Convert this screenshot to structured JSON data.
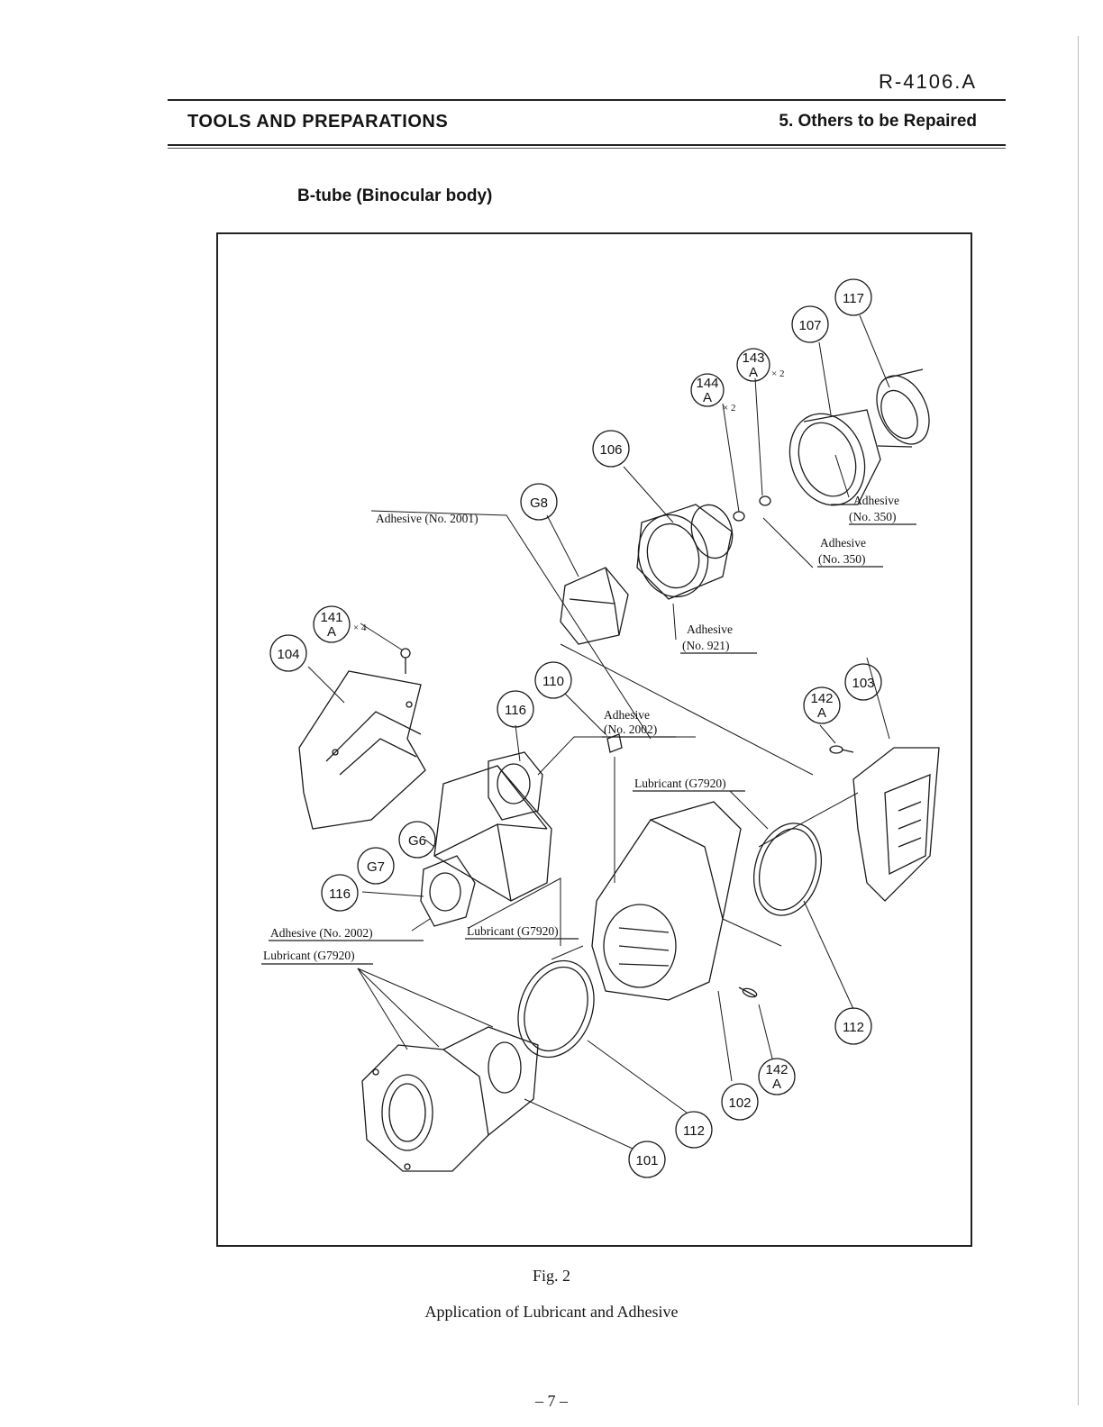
{
  "header": {
    "doc_code": "R-4106.A",
    "section_title": "TOOLS AND PREPARATIONS",
    "section_right": "5. Others to be Repaired"
  },
  "subtitle": "B-tube (Binocular body)",
  "figure": {
    "callouts": {
      "c117": "117",
      "c107": "107",
      "c143": "143",
      "c143_sub": "A",
      "c143_mult": "× 2",
      "c144": "144",
      "c144_sub": "A",
      "c144_mult": "× 2",
      "c106": "106",
      "cG8": "G8",
      "c141": "141",
      "c141_sub": "A",
      "c141_mult": "× 4",
      "c104": "104",
      "c110": "110",
      "c116a": "116",
      "c103": "103",
      "c142a": "142",
      "c142a_sub": "A",
      "cG6": "G6",
      "cG7": "G7",
      "c116b": "116",
      "c112a": "112",
      "c142b": "142",
      "c142b_sub": "A",
      "c102": "102",
      "c112b": "112",
      "c101": "101"
    },
    "notes": {
      "adh_2001": "Adhesive (No. 2001)",
      "adh_350a_l1": "Adhesive",
      "adh_350a_l2": "(No. 350)",
      "adh_350b_l1": "Adhesive",
      "adh_350b_l2": "(No. 350)",
      "adh_921_l1": "Adhesive",
      "adh_921_l2": "(No. 921)",
      "adh_2002a_l1": "Adhesive",
      "adh_2002a_l2": "(No. 2002)",
      "lub_g7920a": "Lubricant (G7920)",
      "lub_g7920b": "Lubricant (G7920)",
      "adh_2002b": "Adhesive (No. 2002)",
      "lub_g7920c": "Lubricant (G7920)"
    }
  },
  "caption": {
    "fig_no": "Fig. 2",
    "text": "Application of Lubricant and Adhesive"
  },
  "page_number": "– 7 –"
}
